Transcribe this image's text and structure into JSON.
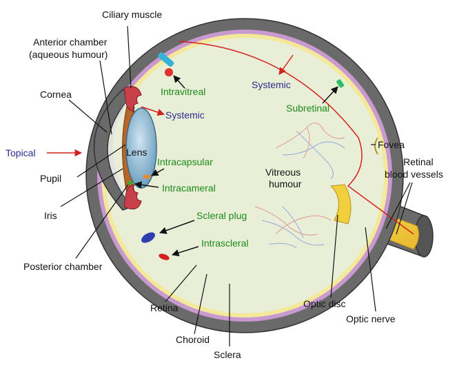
{
  "colors": {
    "sclera": "#6a6a6a",
    "choroid": "#c89ad0",
    "retina": "#f4e89a",
    "vitreous": "#e9efd6",
    "lens": "#7fb1d0",
    "iris": "#b8652a",
    "ciliary": "#c9404a",
    "optic_nerve": "#f2cf3c",
    "label_black": "#111111",
    "label_green": "#1a8a1a",
    "label_blue": "#2b2b8c",
    "arrow_red": "#d42020"
  },
  "labels": {
    "ciliary_muscle": "Ciliary muscle",
    "anterior_chamber_1": "Anterior chamber",
    "anterior_chamber_2": "(aqueous humour)",
    "cornea": "Cornea",
    "topical": "Topical",
    "lens": "Lens",
    "pupil": "Pupil",
    "iris": "Iris",
    "posterior_chamber": "Posterior chamber",
    "retina": "Retina",
    "choroid": "Choroid",
    "sclera": "Sclera",
    "optic_disc": "Optic disc",
    "optic_nerve": "Optic nerve",
    "retinal_vessels_1": "Retinal",
    "retinal_vessels_2": "blood vessels",
    "fovea": "Fovea",
    "vitreous_1": "Vitreous",
    "vitreous_2": "humour"
  },
  "routes": {
    "intravitreal": "Intravitreal",
    "systemic_front": "Systemic",
    "systemic_back": "Systemic",
    "subretinal": "Subretinal",
    "intracapsular": "Intracapsular",
    "intracameral": "Intracameral",
    "scleral_plug": "Scleral plug",
    "intrascleral": "Intrascleral"
  }
}
